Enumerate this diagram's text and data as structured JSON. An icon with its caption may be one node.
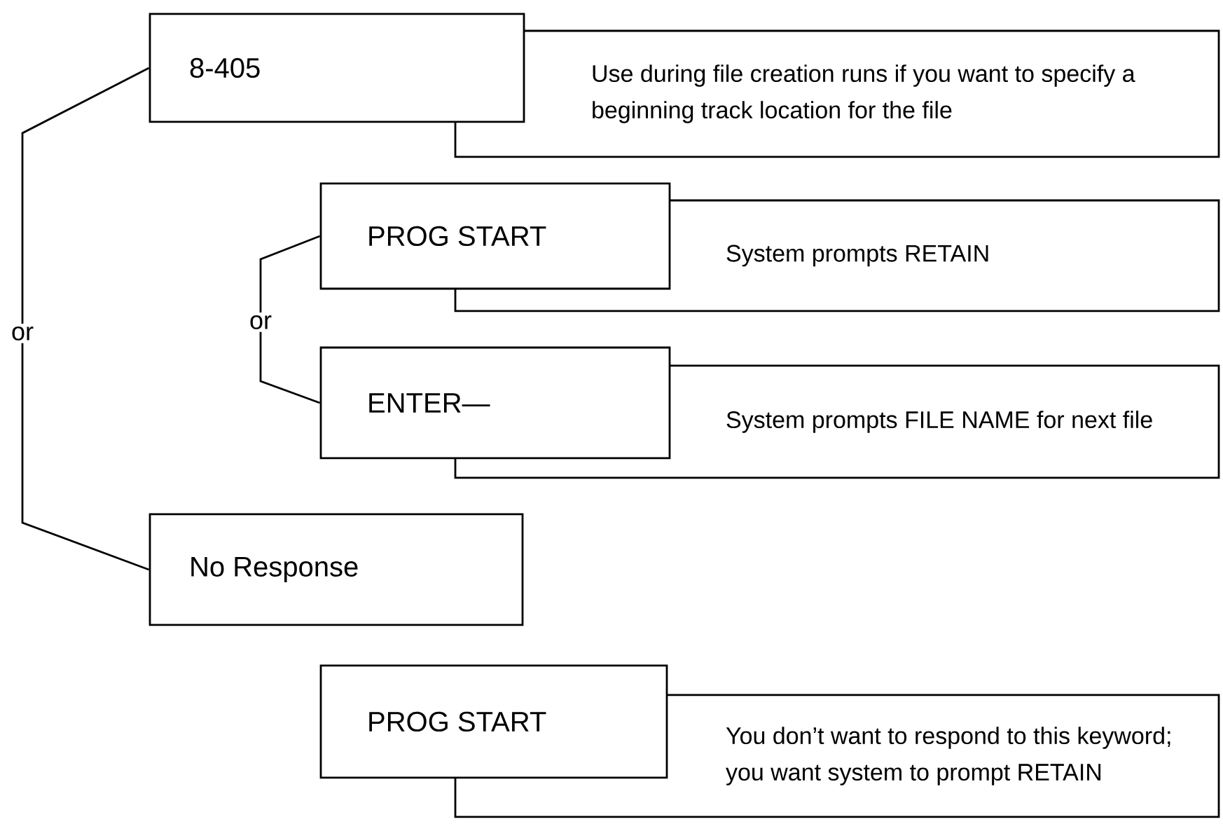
{
  "diagram": {
    "nodes": [
      {
        "text": [
          "8-405"
        ]
      },
      {
        "text": [
          "Use during file creation runs if you want to specify a beginning track location for the file"
        ]
      },
      {
        "text": [
          "PROG START"
        ]
      },
      {
        "text": [
          "System prompts RETAIN"
        ]
      },
      {
        "text": [
          "ENTER—"
        ]
      },
      {
        "text": [
          "System prompts FILE NAME for next file"
        ]
      },
      {
        "text": [
          "No Response"
        ]
      },
      {
        "text": [
          "PROG START"
        ]
      },
      {
        "text": [
          "You don’t want to respond to this keyword; you want system to prompt RETAIN"
        ]
      }
    ],
    "edges": [
      {
        "from": 0,
        "to": 6,
        "arrow": "none",
        "label": "or"
      },
      {
        "from": 2,
        "to": 4,
        "arrow": "none",
        "label": "or"
      }
    ]
  }
}
